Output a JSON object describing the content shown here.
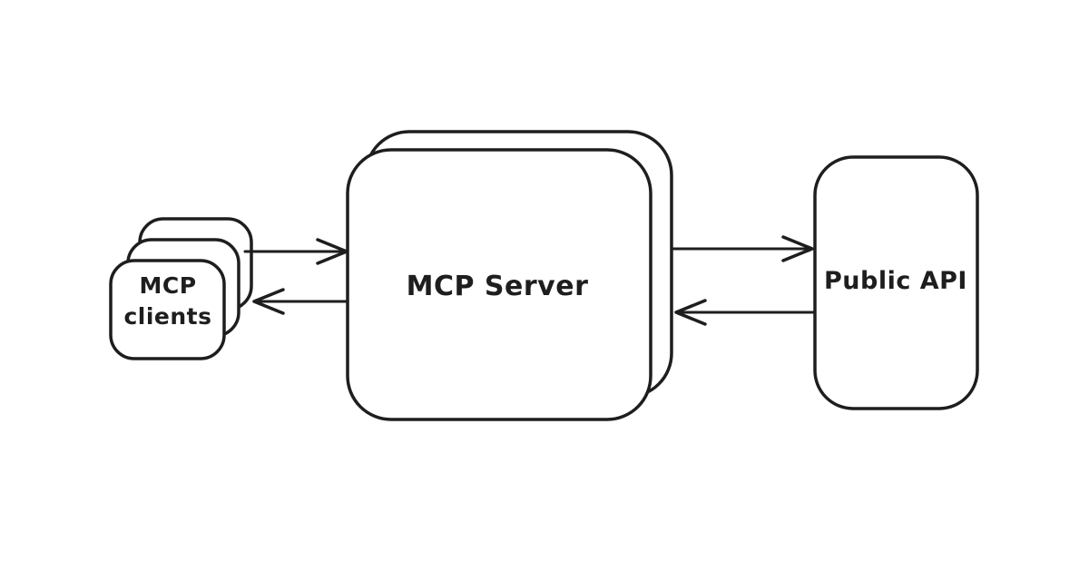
{
  "page": {
    "background_color": "#ffffff",
    "stroke_color": "#1e1e1e",
    "style": "hand-drawn whiteboard diagram"
  },
  "diagram": {
    "nodes": [
      {
        "id": "mcp-clients",
        "label": "MCP clients",
        "label_lines": [
          "MCP",
          "clients"
        ],
        "shape": "rounded-rectangle",
        "stacked_copies": 3
      },
      {
        "id": "mcp-server",
        "label": "MCP Server",
        "shape": "rounded-rectangle",
        "stacked_copies": 2
      },
      {
        "id": "public-api",
        "label": "Public API",
        "shape": "rounded-rectangle",
        "stacked_copies": 1
      }
    ],
    "edges": [
      {
        "from": "mcp-clients",
        "to": "mcp-server",
        "direction": "right",
        "arrowhead": "open"
      },
      {
        "from": "mcp-server",
        "to": "mcp-clients",
        "direction": "left",
        "arrowhead": "open"
      },
      {
        "from": "mcp-server",
        "to": "public-api",
        "direction": "right",
        "arrowhead": "open"
      },
      {
        "from": "public-api",
        "to": "mcp-server",
        "direction": "left",
        "arrowhead": "open"
      }
    ]
  }
}
